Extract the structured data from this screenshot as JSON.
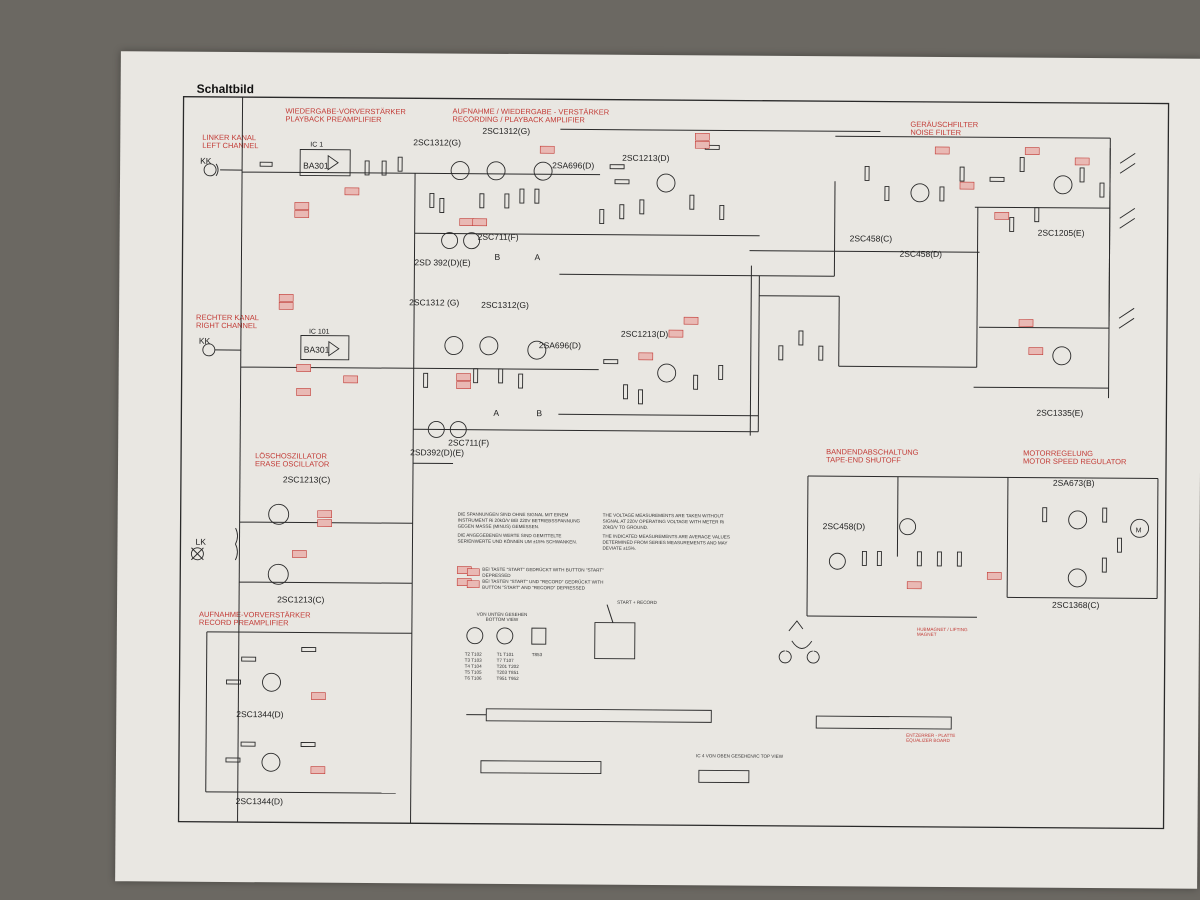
{
  "page": {
    "title": "Schaltbild"
  },
  "sections": {
    "playback_preamp": {
      "de": "WIEDERGABE-VORVERSTÄRKER",
      "en": "PLAYBACK PREAMPLIFIER"
    },
    "rec_play_amp": {
      "de": "AUFNAHME / WIEDERGABE - VERSTÄRKER",
      "en": "RECORDING / PLAYBACK AMPLIFIER"
    },
    "noise_filter": {
      "de": "GERÄUSCHFILTER",
      "en": "NOISE FILTER"
    },
    "left_channel": {
      "de": "LINKER KANAL",
      "en": "LEFT CHANNEL"
    },
    "right_channel": {
      "de": "RECHTER KANAL",
      "en": "RIGHT CHANNEL"
    },
    "erase_osc": {
      "de": "LÖSCHOSZILLATOR",
      "en": "ERASE OSCILLATOR"
    },
    "record_preamp": {
      "de": "AUFNAHME-VORVERSTÄRKER",
      "en": "RECORD PREAMPLIFIER"
    },
    "tape_end": {
      "de": "BANDENDABSCHALTUNG",
      "en": "TAPE-END SHUTOFF"
    },
    "motor_reg": {
      "de": "MOTORREGELUNG",
      "en": "MOTOR SPEED REGULATOR"
    }
  },
  "components": {
    "ic_top": "BA301",
    "ic_bottom": "BA301",
    "ic_top_ref": "IC 1",
    "ic_bottom_ref": "IC 101",
    "t_top_1": "2SC1312(G)",
    "t_top_2": "2SC1312(G)",
    "t_top_3": "2SA696(D)",
    "t_top_4": "2SC1213(D)",
    "t_top_5": "2SC711(F)",
    "t_top_6": "2SD 392(D)(E)",
    "t_bot_1": "2SC1312 (G)",
    "t_bot_2": "2SC1312(G)",
    "t_bot_3": "2SA696(D)",
    "t_bot_4": "2SC1213(D)",
    "t_bot_5": "2SC711(F)",
    "t_bot_6": "2SD392(D)(E)",
    "t_nf_1": "2SC458(C)",
    "t_nf_2": "2SC458(D)",
    "t_nf_3": "2SC1205(E)",
    "t_nf_4": "2SC1335(E)",
    "t_osc_1": "2SC1213(C)",
    "t_osc_2": "2SC1213(C)",
    "t_rec_1": "2SC1344(D)",
    "t_rec_2": "2SC1344(D)",
    "t_tape": "2SC458(D)",
    "t_motor_1": "2SA673(B)",
    "t_motor_2": "2SC1368(C)",
    "kk_top": "KK",
    "kk_bottom": "KK",
    "lk": "LK",
    "point_a": "A",
    "point_b": "B"
  },
  "notes": {
    "de_1": "DIE SPANNUNGEN SIND OHNE SIGNAL MIT EINEM INSTRUMENT Ri 20kΩ/V BEI 220V BETRIEBSSPANNUNG GEGEN MASSE (MINUS) GEMESSEN.",
    "de_2": "DIE ANGEGEBENEN WERTE SIND GEMITTELTE SERIENWERTE UND KÖNNEN UM ±15% SCHWANKEN.",
    "en_1": "THE VOLTAGE MEASUREMENTS ARE TAKEN WITHOUT SIGNAL AT 220V OPERATING VOLTAGE WITH METER Ri 20kΩ/V TO GROUND.",
    "en_2": "THE INDICATED MEASUREMENTS ARE AVERAGE VALUES DETERMINED FROM SERIES MEASUREMENTS AND MAY DEVIATE ±15%.",
    "legend_1": "BEI TASTE \"START\" GEDRÜCKT WITH BUTTON \"START\" DEPRESSED",
    "legend_2": "BEI TASTEN \"START\" UND \"RECORD\" GEDRÜCKT WITH BUTTON \"START\" AND \"RECORD\" DEPRESSED",
    "bottom_view": "VON UNTEN GESEHEN BOTTOM VIEW",
    "start_record": "START + RECORD",
    "ic_top_view": "IC 4 VON OBEN GESEHEN/IC TOP VIEW",
    "equalizer": "ENTZERRER - PLATTE EQUALIZER BOARD",
    "magnet": "HUBMAGNET / LIFTING MAGNET"
  },
  "colors": {
    "paper": "#e9e7e2",
    "ink": "#2a2a2a",
    "red": "#c23a35",
    "background": "#6b6862"
  }
}
